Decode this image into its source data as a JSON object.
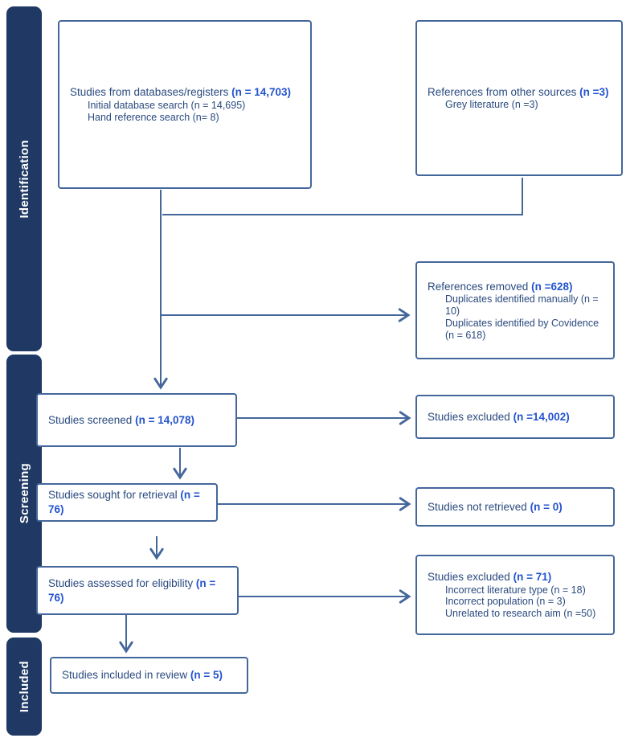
{
  "sidebar": {
    "identification_label": "Identification",
    "screening_label": "Screening",
    "included_label": "Included"
  },
  "boxes": {
    "databases": {
      "main": "Studies from databases/registers",
      "n": "(n = 14,703)",
      "subs": [
        "Initial database search (n = 14,695)",
        "Hand reference search (n= 8)"
      ]
    },
    "other_sources": {
      "main": "References from other sources",
      "n": "(n =3)",
      "subs": [
        "Grey literature (n =3)"
      ]
    },
    "references_removed": {
      "main": "References removed",
      "n": "(n =628)",
      "subs": [
        "Duplicates identified manually (n = 10)",
        "Duplicates identified by Covidence (n = 618)"
      ]
    },
    "screened": {
      "main": "Studies screened",
      "n": "(n = 14,078)"
    },
    "excluded_screening": {
      "main": "Studies excluded",
      "n": "(n =14,002)"
    },
    "sought": {
      "main": "Studies sought for retrieval",
      "n": "(n = 76)"
    },
    "not_retrieved": {
      "main": "Studies not retrieved",
      "n": "(n = 0)"
    },
    "assessed": {
      "main": "Studies assessed for eligibility",
      "n": "(n = 76)"
    },
    "excluded_eligibility": {
      "main": "Studies excluded",
      "n": "(n = 71)",
      "subs": [
        "Incorrect literature type (n = 18)",
        "Incorrect population (n = 3)",
        "Unrelated to research aim (n =50)"
      ]
    },
    "included": {
      "main": "Studies included in review",
      "n": "(n = 5)"
    }
  },
  "colors": {
    "sidebar_bg": "#1F3864",
    "box_border": "#44679B",
    "arrow": "#44679B",
    "text_primary": "#2A4A7F",
    "n_accent": "#2353CE"
  }
}
